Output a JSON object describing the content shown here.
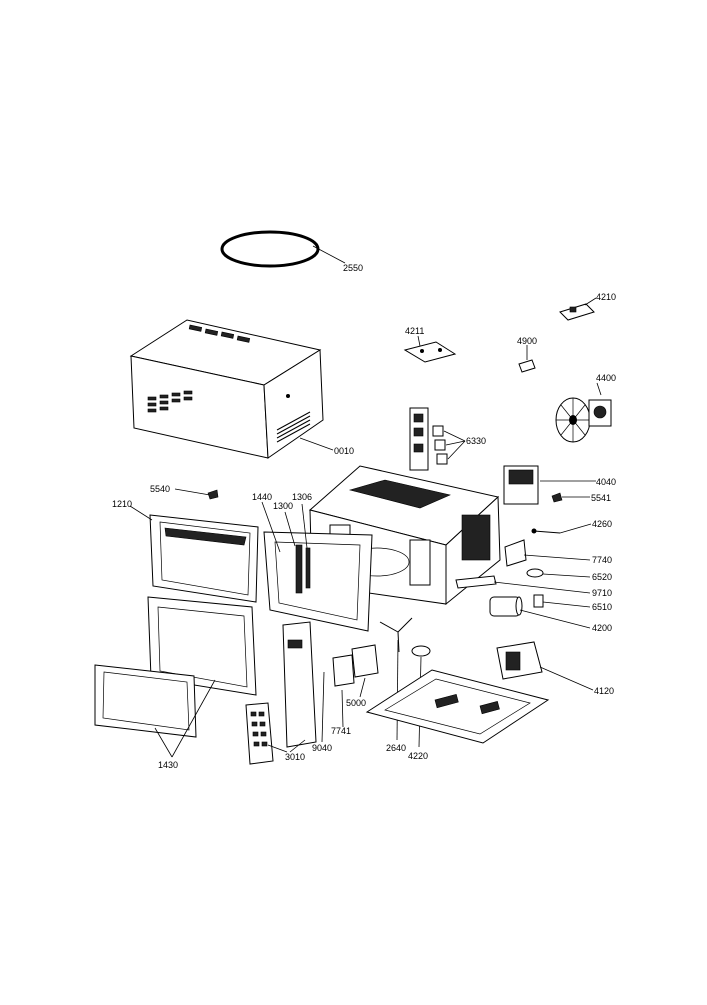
{
  "diagram": {
    "part_labels": {
      "p2550": "2550",
      "p4210": "4210",
      "p4211": "4211",
      "p4900": "4900",
      "p4400": "4400",
      "p0010": "0010",
      "p6330": "6330",
      "p4040": "4040",
      "p5540": "5540",
      "p5541": "5541",
      "p1440": "1440",
      "p1306": "1306",
      "p1300": "1300",
      "p1210": "1210",
      "p4260": "4260",
      "p7740": "7740",
      "p6520": "6520",
      "p9710": "9710",
      "p6510": "6510",
      "p4200": "4200",
      "p4120": "4120",
      "p5000": "5000",
      "p7741": "7741",
      "p9040": "9040",
      "p3010": "3010",
      "p2640": "2640",
      "p4220": "4220",
      "p1430": "1430"
    }
  }
}
